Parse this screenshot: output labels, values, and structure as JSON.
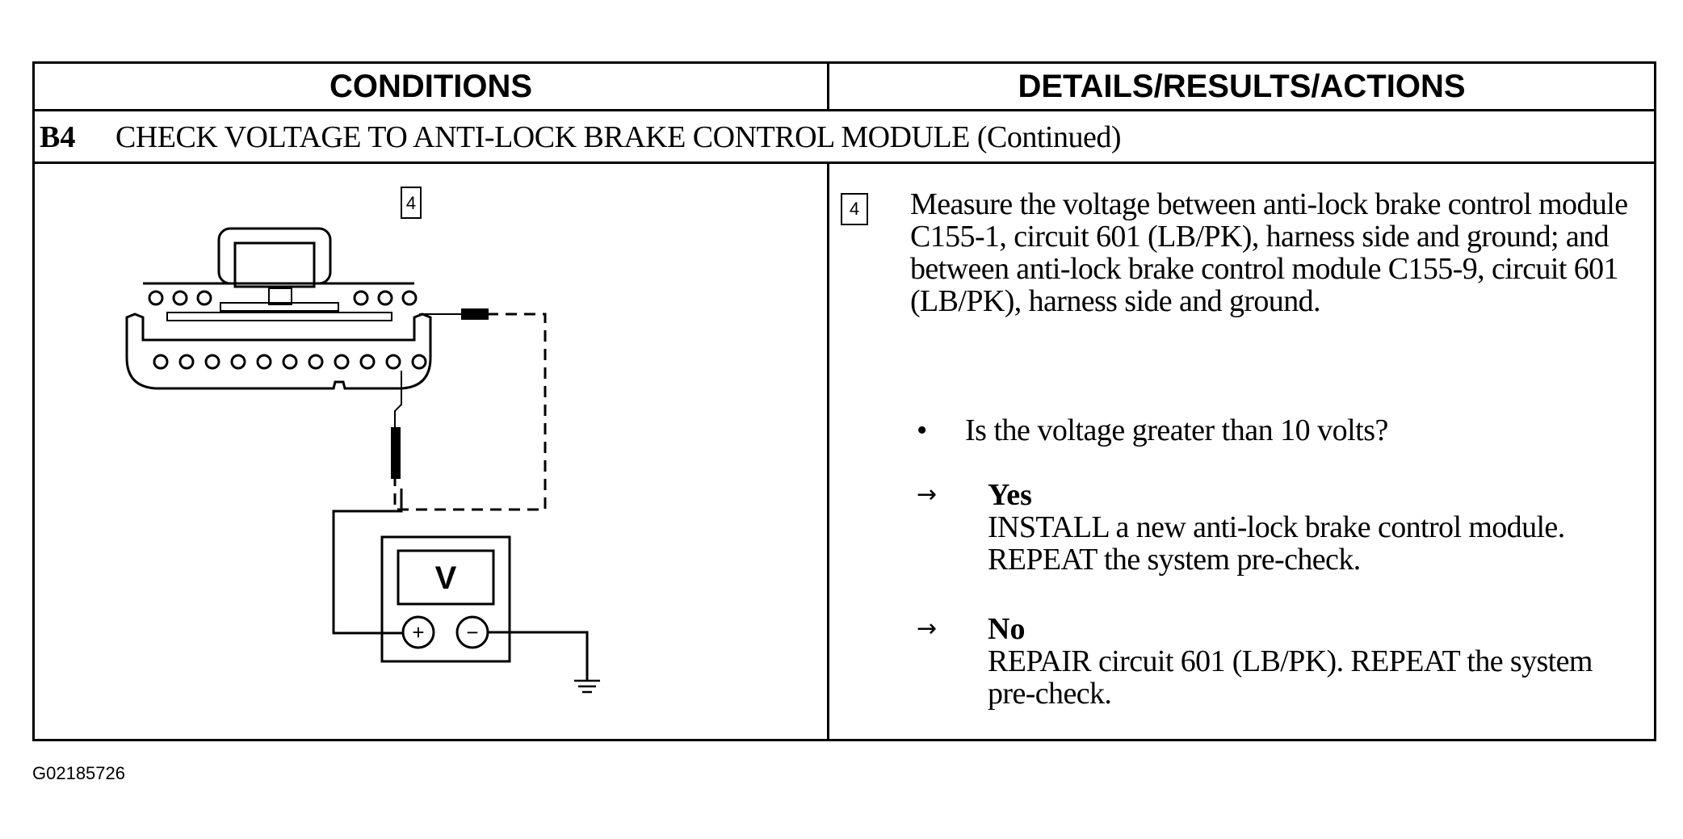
{
  "table": {
    "header_conditions": "CONDITIONS",
    "header_actions": "DETAILS/RESULTS/ACTIONS",
    "step_code": "B4",
    "step_title": "CHECK VOLTAGE TO ANTI-LOCK BRAKE CONTROL MODULE (Continued)"
  },
  "diagram": {
    "step_marker": "4",
    "meter_label": "V",
    "plus_label": "+",
    "minus_label": "−"
  },
  "details": {
    "step_marker": "4",
    "instruction": "Measure the voltage between anti-lock brake control module C155-1, circuit 601 (LB/PK), harness side and ground; and between anti-lock brake control module C155-9, circuit 601 (LB/PK), harness side and ground.",
    "bullet": "•",
    "question": "Is the voltage greater than 10 volts?",
    "arrow": "→",
    "yes_label": "Yes",
    "yes_text": "INSTALL a new anti-lock brake control module. REPEAT the system pre-check.",
    "no_label": "No",
    "no_text": "REPAIR circuit 601 (LB/PK). REPEAT the system pre-check."
  },
  "figure_id": "G02185726"
}
